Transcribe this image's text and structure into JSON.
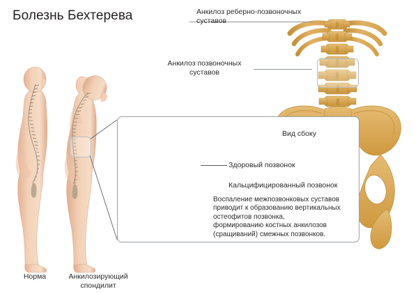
{
  "title": "Болезнь Бехтерева",
  "callouts": {
    "costovertebral": "Анкилоз реберно-позвоночных суставов",
    "vertebral_joints": "Анкилоз позвоночных суставов"
  },
  "figures": [
    {
      "caption": "Норма",
      "name": "normal-posture"
    },
    {
      "caption": "Анкилозирующий спондилит",
      "name": "ankylosing-spondylitis-posture"
    }
  ],
  "inset": {
    "view_title": "Вид сбоку",
    "healthy_vertebra_label": "Здоровый позвонок",
    "calcified_vertebra_label": "Кальцифицированный позвонок",
    "paragraph_lines": [
      "Воспаление межпозвонковых суставов",
      "приводит к образованию вертикальных",
      "остеофитов позвонка,",
      "формированию костных анкилозов",
      "(сращиваний) смежных позвонков."
    ]
  },
  "colors": {
    "background": "#ffffff",
    "text": "#2b2b2b",
    "title_text": "#231f20",
    "bone": "#d9a94e",
    "bone_light": "#e8c37d",
    "bone_shadow": "#c08f35",
    "skin": "#f0c9ad",
    "skin_shadow": "#dfb193",
    "skin_light": "#f7ddc8",
    "disc_healthy": "#d9869c",
    "disc_calcified": "#f7e4e8",
    "leader_line": "#8d9296",
    "panel_border": "#9aa0a4"
  }
}
